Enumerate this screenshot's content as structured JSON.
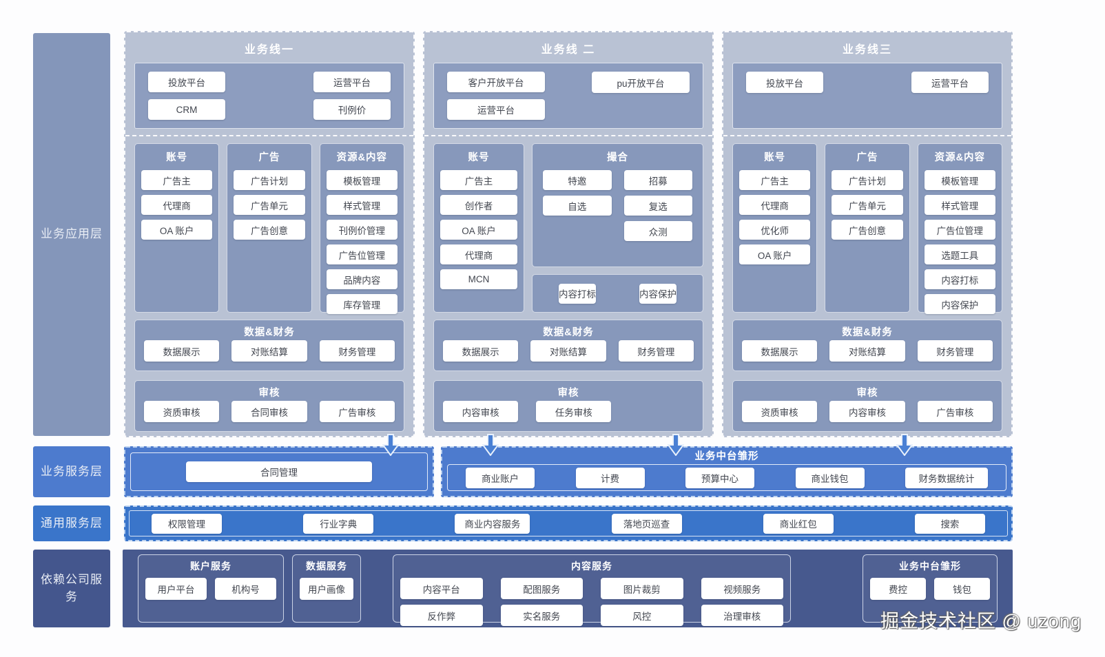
{
  "watermark": "掘金技术社区 @ uzong",
  "colors": {
    "line_container": "#b9c2d4",
    "inner_panel": "#8d9dbf",
    "subcolumn": "#8798bb",
    "service_blue": "#4d7bce",
    "common_blue": "#3a75ca",
    "dependency_navy": "#47598e",
    "button_bg": "#ffffff",
    "button_text": "#42464f"
  },
  "left_rail": {
    "app": "业务应用层",
    "service": "业务服务层",
    "common": "通用服务层",
    "dependency": "依赖公司服务"
  },
  "lines": [
    {
      "title": "业务线一",
      "platform_left": [
        "投放平台",
        "CRM"
      ],
      "platform_right": [
        "运营平台",
        "刊例价"
      ],
      "col1": {
        "title": "账号",
        "items": [
          "广告主",
          "代理商",
          "OA 账户"
        ]
      },
      "col2": {
        "title": "广告",
        "items": [
          "广告计划",
          "广告单元",
          "广告创意"
        ]
      },
      "col3": {
        "title": "资源&内容",
        "items": [
          "模板管理",
          "样式管理",
          "刊例价管理",
          "广告位管理",
          "品牌内容",
          "库存管理"
        ]
      },
      "data_finance": {
        "title": "数据&财务",
        "items": [
          "数据展示",
          "对账结算",
          "财务管理"
        ]
      },
      "audit": {
        "title": "审核",
        "items": [
          "资质审核",
          "合同审核",
          "广告审核"
        ]
      }
    },
    {
      "title": "业务线 二",
      "platform_left": [
        "客户开放平台",
        "运营平台"
      ],
      "platform_right": [
        "pu开放平台"
      ],
      "col1": {
        "title": "账号",
        "items": [
          "广告主",
          "创作者",
          "OA 账户",
          "代理商",
          "MCN"
        ]
      },
      "matching": {
        "title": "撮合",
        "left_items": [
          "特邀",
          "自选"
        ],
        "right_items": [
          "招募",
          "复选",
          "众测"
        ],
        "extra_items": [
          "内容打标",
          "内容保护"
        ]
      },
      "data_finance": {
        "title": "数据&财务",
        "items": [
          "数据展示",
          "对账结算",
          "财务管理"
        ]
      },
      "audit": {
        "title": "审核",
        "items": [
          "内容审核",
          "任务审核"
        ]
      }
    },
    {
      "title": "业务线三",
      "platform_left": [
        "投放平台"
      ],
      "platform_right": [
        "运营平台"
      ],
      "col1": {
        "title": "账号",
        "items": [
          "广告主",
          "代理商",
          "优化师",
          "OA 账户"
        ]
      },
      "col2": {
        "title": "广告",
        "items": [
          "广告计划",
          "广告单元",
          "广告创意"
        ]
      },
      "col3": {
        "title": "资源&内容",
        "items": [
          "模板管理",
          "样式管理",
          "广告位管理",
          "选题工具",
          "内容打标",
          "内容保护"
        ]
      },
      "data_finance": {
        "title": "数据&财务",
        "items": [
          "数据展示",
          "对账结算",
          "财务管理"
        ]
      },
      "audit": {
        "title": "审核",
        "items": [
          "资质审核",
          "内容审核",
          "广告审核"
        ]
      }
    }
  ],
  "service_layer": {
    "contract": "合同管理",
    "platform_title": "业务中台雏形",
    "items": [
      "商业账户",
      "计费",
      "预算中心",
      "商业钱包",
      "财务数据统计"
    ]
  },
  "common_layer": {
    "items": [
      "权限管理",
      "行业字典",
      "商业内容服务",
      "落地页巡查",
      "商业红包",
      "搜索"
    ]
  },
  "dependency_layer": {
    "account": {
      "title": "账户服务",
      "items": [
        "用户平台",
        "机构号"
      ]
    },
    "data": {
      "title": "数据服务",
      "items": [
        "用户画像"
      ]
    },
    "content": {
      "title": "内容服务",
      "row1": [
        "内容平台",
        "配图服务",
        "图片裁剪",
        "视频服务"
      ],
      "row2": [
        "反作弊",
        "实名服务",
        "风控",
        "治理审核"
      ]
    },
    "midplatform": {
      "title": "业务中台雏形",
      "items": [
        "费控",
        "钱包"
      ]
    }
  }
}
